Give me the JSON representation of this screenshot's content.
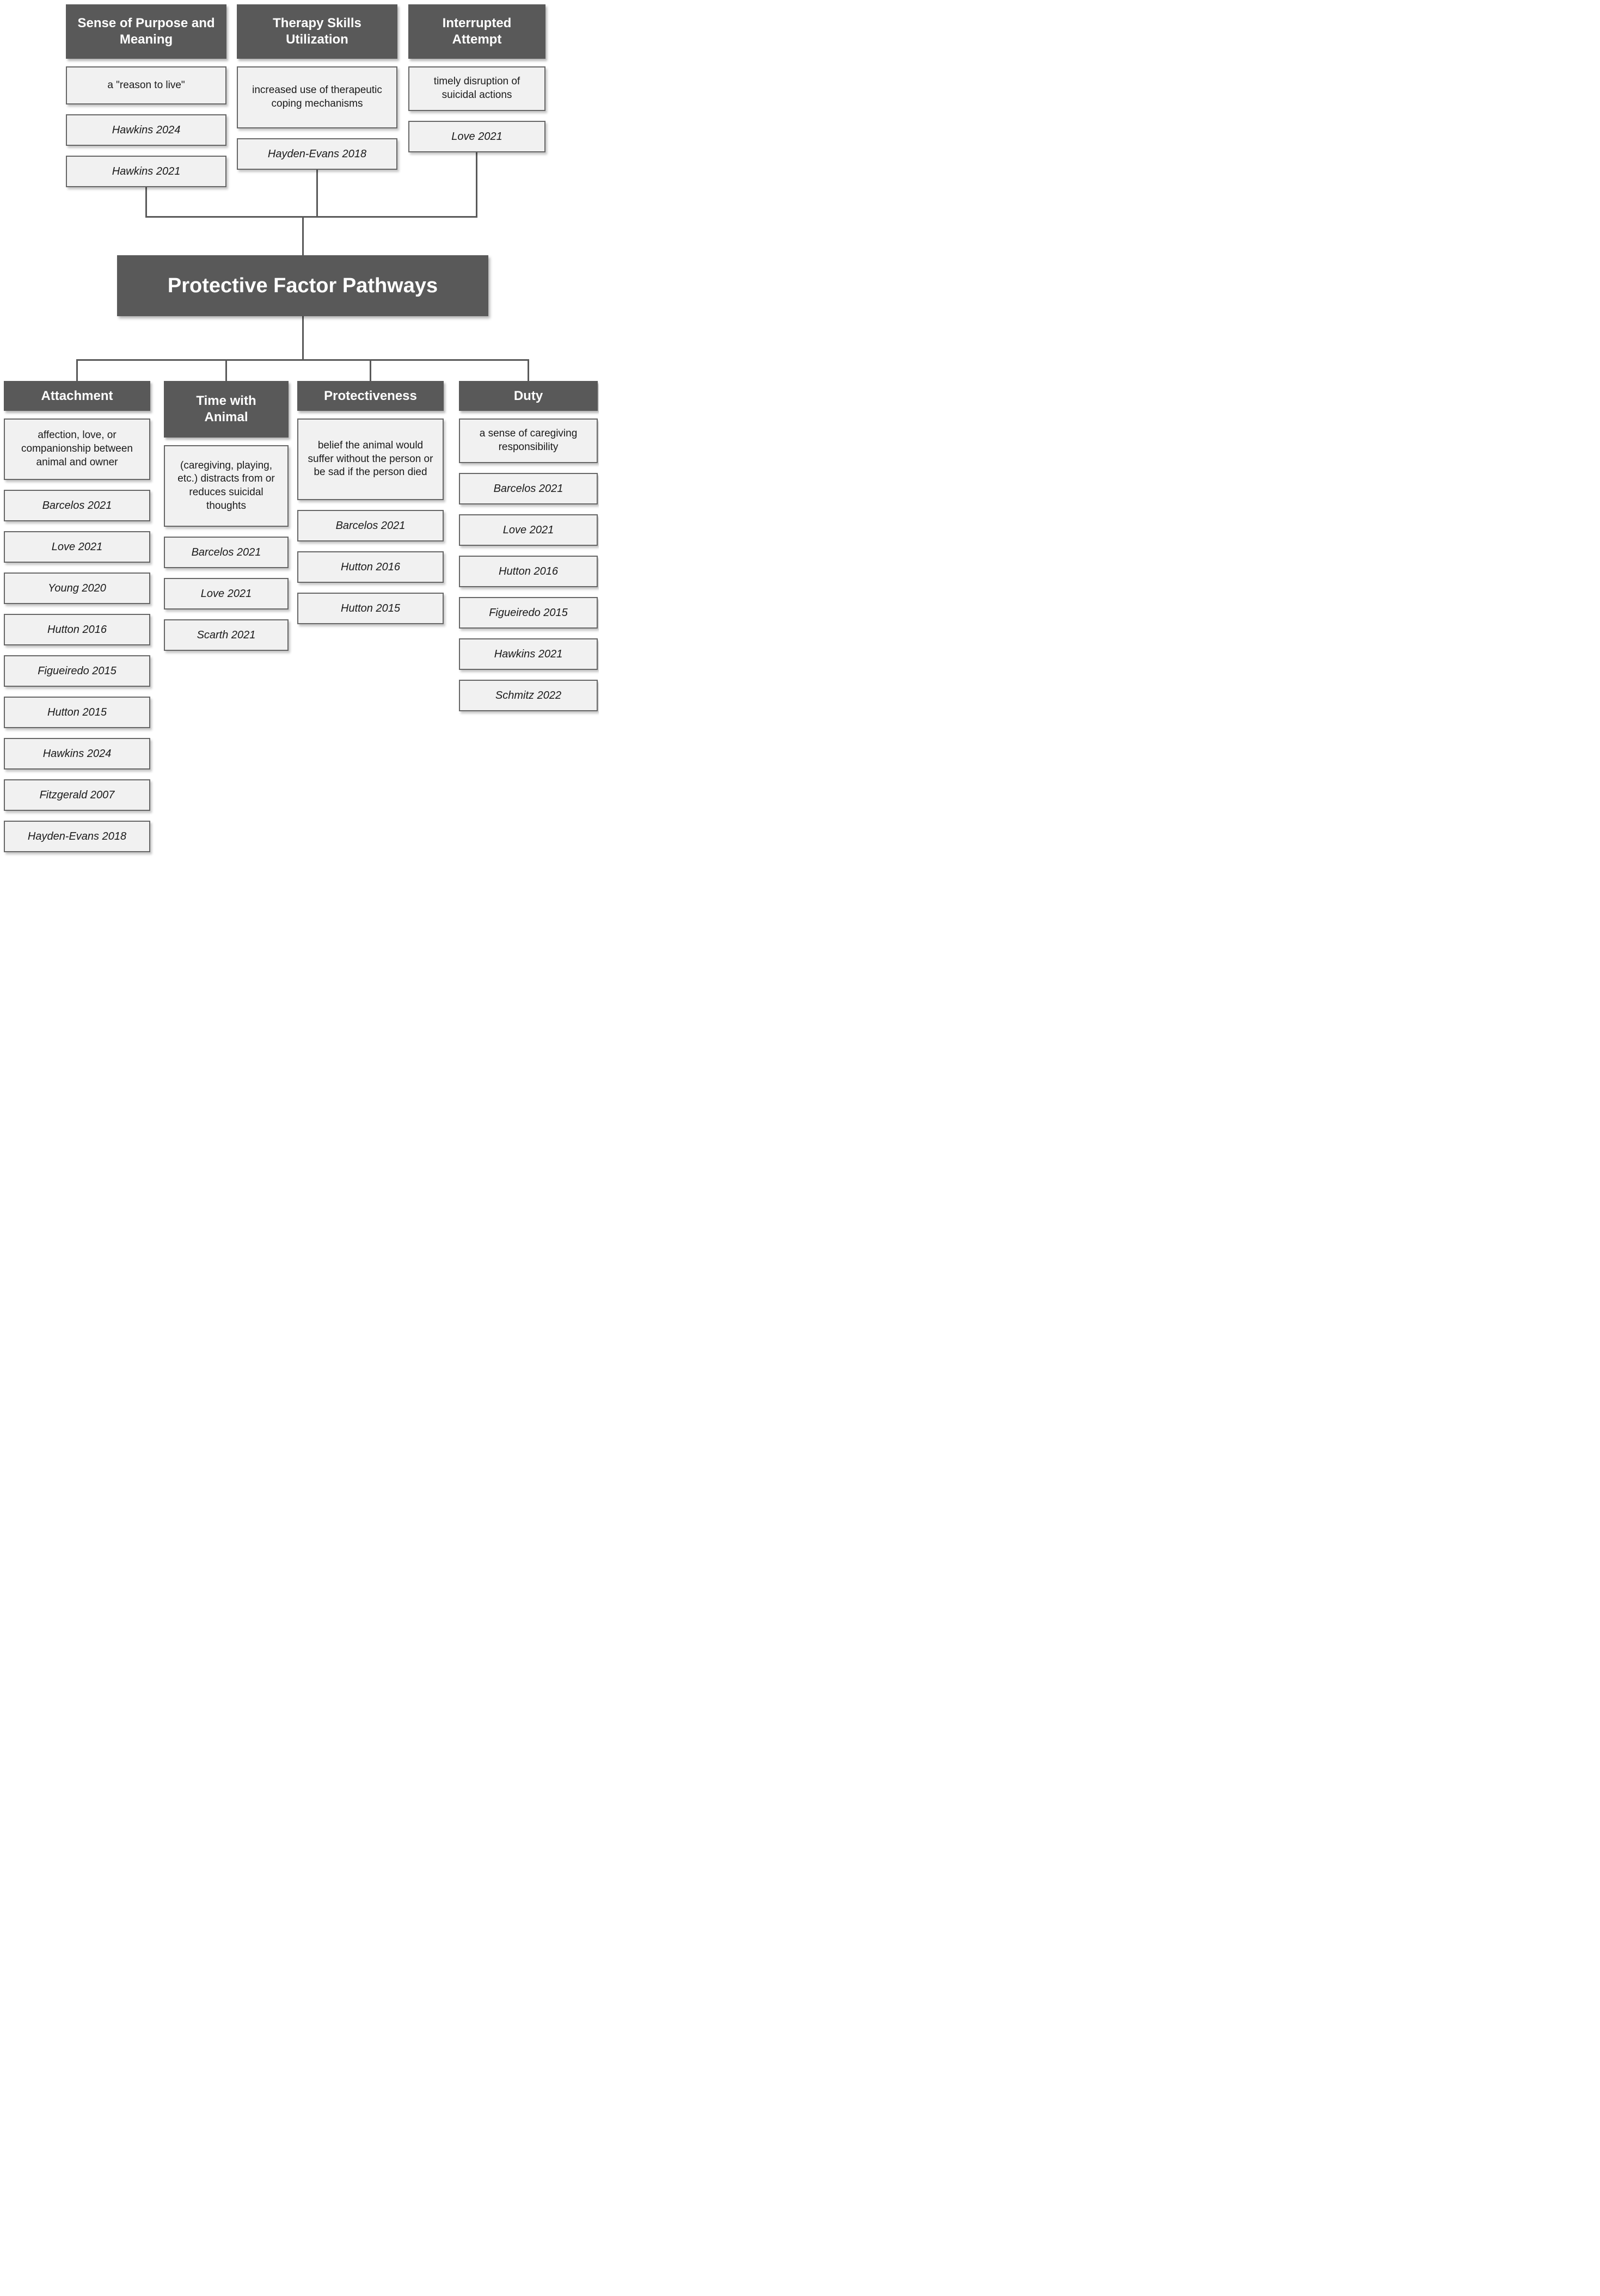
{
  "central_title": "Protective Factor Pathways",
  "colors": {
    "node_header_bg": "#595959",
    "node_header_text": "#ffffff",
    "box_bg": "#f1f1f1",
    "box_border": "#666666",
    "connector": "#595959"
  },
  "top_groups": [
    {
      "title": "Sense of Purpose and Meaning",
      "description": "a \"reason to live\"",
      "citations": [
        "Hawkins 2024",
        "Hawkins 2021"
      ]
    },
    {
      "title": "Therapy Skills Utilization",
      "description": "increased use of therapeutic coping mechanisms",
      "citations": [
        "Hayden-Evans 2018"
      ]
    },
    {
      "title": "Interrupted Attempt",
      "description": "timely disruption of suicidal actions",
      "citations": [
        "Love 2021"
      ]
    }
  ],
  "bottom_groups": [
    {
      "title": "Attachment",
      "description": "affection, love, or companionship between animal and owner",
      "citations": [
        "Barcelos 2021",
        "Love 2021",
        "Young 2020",
        "Hutton 2016",
        "Figueiredo 2015",
        "Hutton 2015",
        "Hawkins 2024",
        "Fitzgerald 2007",
        "Hayden-Evans 2018"
      ]
    },
    {
      "title": "Time with Animal",
      "description": "(caregiving, playing, etc.) distracts from or reduces suicidal thoughts",
      "citations": [
        "Barcelos 2021",
        "Love 2021",
        "Scarth 2021"
      ]
    },
    {
      "title": "Protectiveness",
      "description": "belief the animal would suffer without the person or be sad if the person died",
      "citations": [
        "Barcelos 2021",
        "Hutton 2016",
        "Hutton 2015"
      ]
    },
    {
      "title": "Duty",
      "description": "a sense of caregiving responsibility",
      "citations": [
        "Barcelos 2021",
        "Love 2021",
        "Hutton 2016",
        "Figueiredo 2015",
        "Hawkins 2021",
        "Schmitz 2022"
      ]
    }
  ]
}
